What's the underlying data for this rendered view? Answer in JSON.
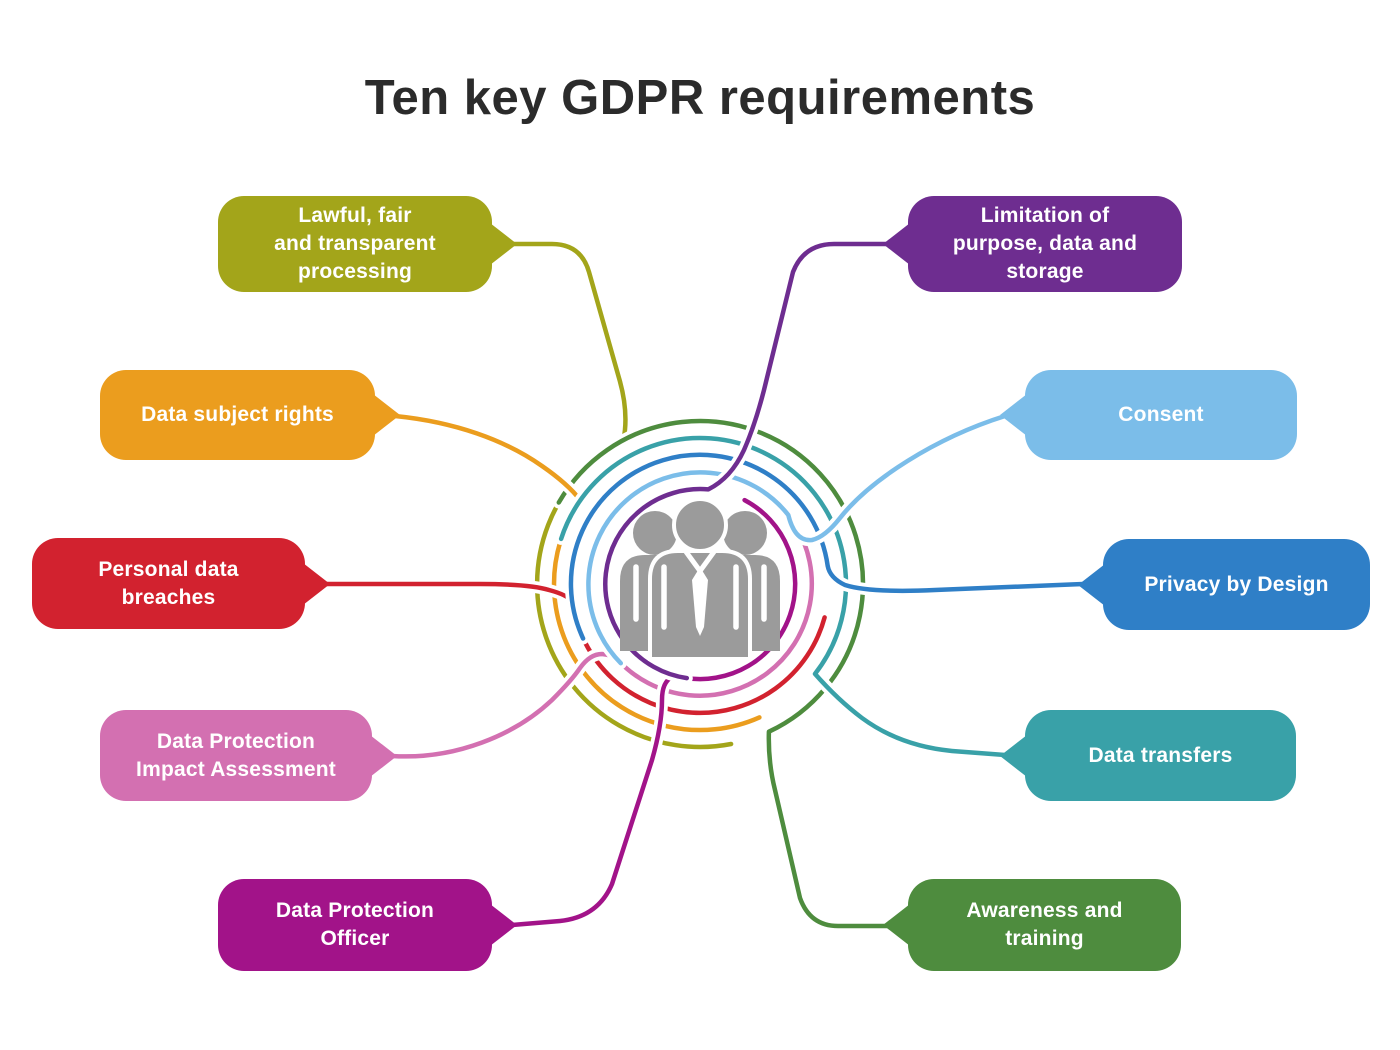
{
  "title": {
    "text": "Ten key GDPR requirements",
    "color": "#2b2b2b"
  },
  "background": "#ffffff",
  "center_icon": {
    "name": "people-group-icon",
    "color": "#9b9b9b"
  },
  "items": [
    {
      "id": "lawful-processing",
      "label": "Lawful, fair\nand transparent\nprocessing",
      "color": "#a3a51a",
      "side": "left"
    },
    {
      "id": "limitation-purpose",
      "label": "Limitation of\npurpose, data and\nstorage",
      "color": "#6e2d90",
      "side": "right"
    },
    {
      "id": "data-subject-rights",
      "label": "Data subject rights",
      "color": "#eb9d1e",
      "side": "left"
    },
    {
      "id": "consent",
      "label": "Consent",
      "color": "#7bbde9",
      "side": "right"
    },
    {
      "id": "personal-data-breaches",
      "label": "Personal data\nbreaches",
      "color": "#d2222f",
      "side": "left"
    },
    {
      "id": "privacy-by-design",
      "label": "Privacy by Design",
      "color": "#2f7fc7",
      "side": "right"
    },
    {
      "id": "dpia",
      "label": "Data Protection\nImpact Assessment",
      "color": "#d370b1",
      "side": "left"
    },
    {
      "id": "data-transfers",
      "label": "Data transfers",
      "color": "#39a1a8",
      "side": "right"
    },
    {
      "id": "dpo",
      "label": "Data Protection\nOfficer",
      "color": "#a21389",
      "side": "left"
    },
    {
      "id": "awareness-training",
      "label": "Awareness and\ntraining",
      "color": "#4e8c3e",
      "side": "right"
    }
  ]
}
